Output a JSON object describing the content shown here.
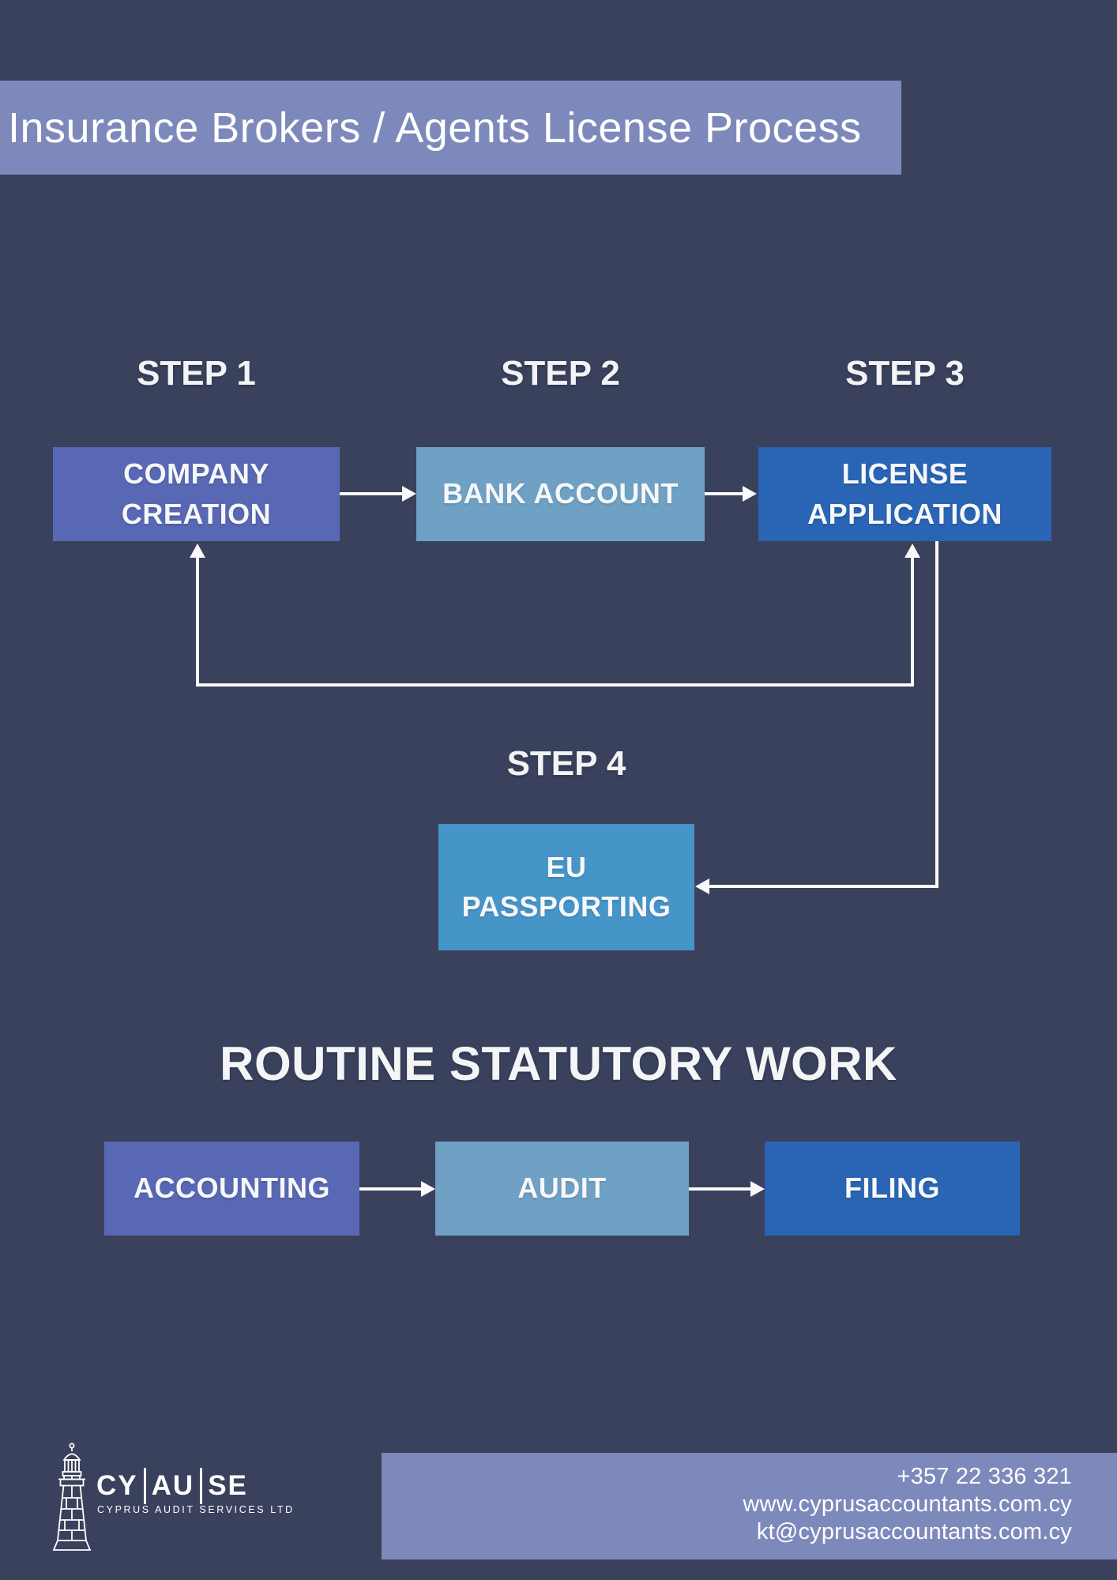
{
  "colors": {
    "background": "#3a415c",
    "band": "#7e89bb",
    "box_purple": "#5868b4",
    "box_steel": "#6fa1c5",
    "box_blue": "#2a64b5",
    "box_sky": "#4695c8",
    "connector": "#fafafa"
  },
  "header": {
    "title": "Insurance Brokers / Agents License Process"
  },
  "flow": {
    "steps": [
      {
        "step_label": "STEP 1",
        "box_lines": [
          "COMPANY",
          "CREATION"
        ],
        "color": "#5868b4"
      },
      {
        "step_label": "STEP 2",
        "box_lines": [
          "BANK ACCOUNT"
        ],
        "color": "#6fa1c5"
      },
      {
        "step_label": "STEP 3",
        "box_lines": [
          "LICENSE",
          "APPLICATION"
        ],
        "color": "#2a64b5"
      },
      {
        "step_label": "STEP 4",
        "box_lines": [
          "EU",
          "PASSPORTING"
        ],
        "color": "#4695c8"
      }
    ],
    "connectors": [
      "company-creation to bank-account",
      "bank-account to license-application",
      "loop between company-creation and license-application",
      "license-application to eu-passporting"
    ]
  },
  "routine": {
    "heading": "ROUTINE STATUTORY WORK",
    "boxes": [
      {
        "label": "ACCOUNTING",
        "color": "#5868b4"
      },
      {
        "label": "AUDIT",
        "color": "#6fa1c5"
      },
      {
        "label": "FILING",
        "color": "#2a64b5"
      }
    ]
  },
  "footer": {
    "logo": {
      "icon": "lighthouse-icon",
      "brand_segments": [
        "CY",
        "AU",
        "SE"
      ],
      "tagline": "CYPRUS AUDIT SERVICES LTD"
    },
    "contact": {
      "phone": "+357 22 336 321",
      "website": "www.cyprusaccountants.com.cy",
      "email": "kt@cyprusaccountants.com.cy"
    }
  }
}
